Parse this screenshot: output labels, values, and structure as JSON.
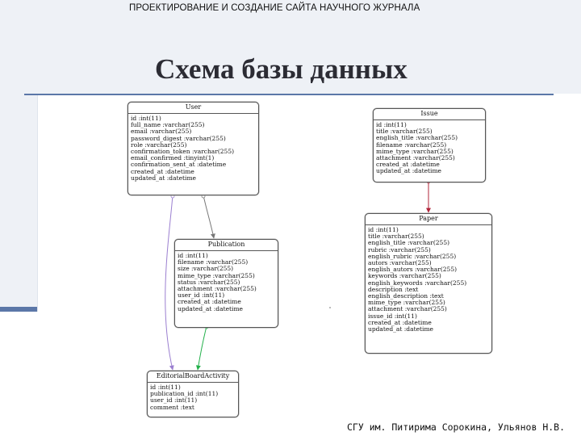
{
  "header": {
    "course_title": "ПРОЕКТИРОВАНИЕ И СОЗДАНИЕ САЙТА НАУЧНОГО ЖУРНАЛА",
    "slide_title": "Схема базы данных"
  },
  "footer": {
    "credits": "СГУ им. Питирима Сорокина, Ульянов Н.В."
  },
  "colors": {
    "accent": "#5b77a8",
    "band": "#eef1f6",
    "link_purple": "#9b7fd0",
    "link_gray": "#777777",
    "link_green": "#22b04a",
    "link_red": "#b1243a"
  },
  "entities": {
    "user": {
      "name": "User",
      "fields": [
        "id :int(11)",
        "full_name :varchar(255)",
        "email :varchar(255)",
        "password_digest :varchar(255)",
        "role :varchar(255)",
        "confirmation_token :varchar(255)",
        "email_confirmed :tinyint(1)",
        "confirmation_sent_at :datetime",
        "created_at :datetime",
        "updated_at :datetime"
      ]
    },
    "issue": {
      "name": "Issue",
      "fields": [
        "id :int(11)",
        "title :varchar(255)",
        "english_title :varchar(255)",
        "filename :varchar(255)",
        "mime_type :varchar(255)",
        "attachment :varchar(255)",
        "created_at :datetime",
        "updated_at :datetime"
      ]
    },
    "publication": {
      "name": "Publication",
      "fields": [
        "id :int(11)",
        "filename :varchar(255)",
        "size :varchar(255)",
        "mime_type :varchar(255)",
        "status :varchar(255)",
        "attachment :varchar(255)",
        "user_id :int(11)",
        "created_at :datetime",
        "updated_at :datetime"
      ]
    },
    "paper": {
      "name": "Paper",
      "fields": [
        "id :int(11)",
        "title :varchar(255)",
        "english_title :varchar(255)",
        "rubric :varchar(255)",
        "english_rubric :varchar(255)",
        "autors :varchar(255)",
        "english_autors :varchar(255)",
        "keywords :varchar(255)",
        "english_keywords :varchar(255)",
        "description :text",
        "english_description :text",
        "mime_type :varchar(255)",
        "attachment :varchar(255)",
        "issue_id :int(11)",
        "created_at :datetime",
        "updated_at :datetime"
      ]
    },
    "editorial": {
      "name": "EditorialBoardActivity",
      "fields": [
        "id :int(11)",
        "publication_id :int(11)",
        "user_id :int(11)",
        "comment :text"
      ]
    }
  }
}
